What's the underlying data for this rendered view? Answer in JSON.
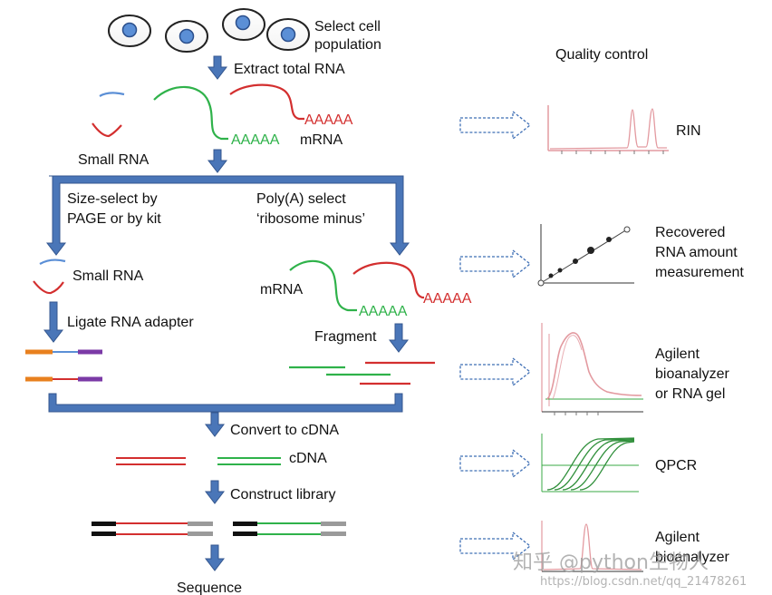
{
  "steps": {
    "select_cell_population": "Select cell\npopulation",
    "extract_total_rna": "Extract total RNA",
    "small_rna": "Small RNA",
    "mrna": "mRNA",
    "poly_a_tail": "AAAAA",
    "size_select": "Size-select by\nPAGE or by kit",
    "polya_select": "Poly(A) select\n‘ribosome minus’",
    "small_rna_2": "Small RNA",
    "ligate_adapter": "Ligate RNA adapter",
    "mrna_2": "mRNA",
    "fragment": "Fragment",
    "convert_cdna": "Convert to cDNA",
    "cdna": "cDNA",
    "construct_library": "Construct library",
    "sequence": "Sequence"
  },
  "quality_control": {
    "title": "Quality control",
    "items": [
      {
        "label": "RIN"
      },
      {
        "label": "Recovered\nRNA amount\nmeasurement"
      },
      {
        "label": "Agilent\nbioanalyzer\nor RNA gel"
      },
      {
        "label": "QPCR"
      },
      {
        "label": "Agilent\nbioanalyzer"
      }
    ]
  },
  "watermark": {
    "main": "知乎 @python生物人",
    "url": "https://blog.csdn.net/qq_21478261"
  },
  "colors": {
    "arrow_blue": "#4a76b8",
    "arrow_blue_dark": "#34578f",
    "rna_red": "#d32f2f",
    "rna_green": "#2fb24a",
    "rna_blue": "#5b8fd6",
    "adapter_orange": "#e8801e",
    "adapter_purple": "#7b3aa6",
    "adapter_black": "#111111",
    "adapter_gray": "#9a9a9a",
    "qc_pink": "#e39aa0",
    "qc_green": "#3aa845",
    "dashed_arrow": "#3f6fb5"
  }
}
